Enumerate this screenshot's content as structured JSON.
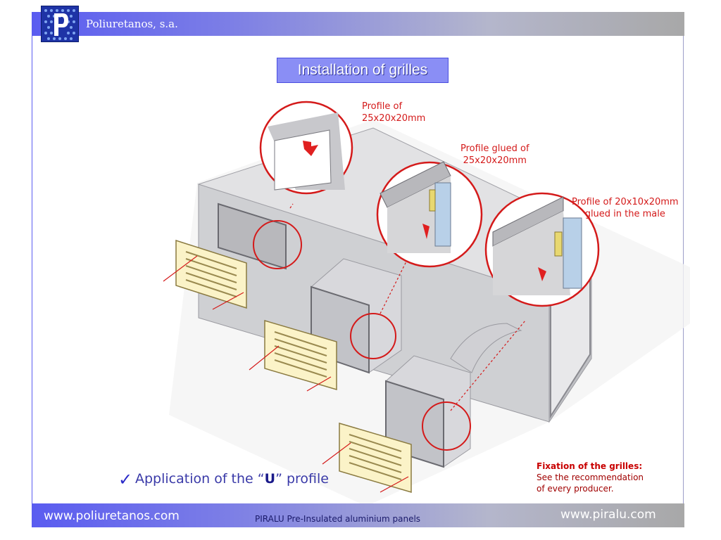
{
  "header": {
    "brand": "Poliuretanos, s.a."
  },
  "title": "Installation of grilles",
  "callouts": {
    "profile_1_line1": "Profile of",
    "profile_1_line2": "25x20x20mm",
    "profile_2_line1": "Profile glued of",
    "profile_2_line2": "25x20x20mm",
    "profile_3_line1": "Profile of 20x10x20mm",
    "profile_3_line2": "glued in the male"
  },
  "bullet": {
    "prefix": "Application of the “",
    "bold": "U",
    "suffix": "” profile"
  },
  "fixation": {
    "title": "Fixation of the grilles:",
    "line1": "See the recommendation",
    "line2": "of every producer."
  },
  "footer": {
    "left": "www.poliuretanos.com",
    "middle": "PIRALU Pre-Insulated aluminium panels",
    "right": "www.piralu.com"
  },
  "colors": {
    "accent": "#5a5cf0",
    "title_bg": "#8a8ef5",
    "callout": "#d41a1a",
    "grille": "#fbf3c8"
  }
}
